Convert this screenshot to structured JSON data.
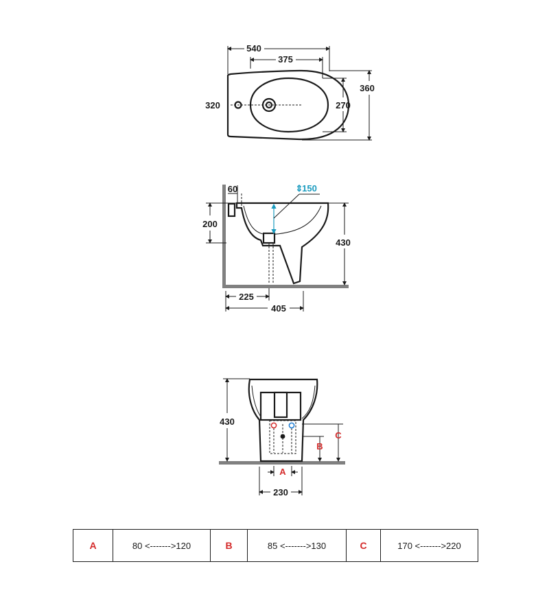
{
  "top_view": {
    "dims": {
      "overall_length": "540",
      "bowl_length": "375",
      "overall_width": "360",
      "bowl_width": "270",
      "rear_width": "320"
    }
  },
  "side_view": {
    "dims": {
      "wall_offset": "60",
      "inlet_height": "200",
      "rim_depth": "150",
      "overall_height": "430",
      "outlet_distance": "225",
      "overall_depth": "405"
    },
    "rim_depth_color": "#1a9bbf"
  },
  "front_view": {
    "dims": {
      "overall_height": "430",
      "base_width": "230"
    },
    "letters": {
      "a": "A",
      "b": "B",
      "c": "C"
    },
    "letter_color": "#d42a2a",
    "hot_color": "#d42a2a",
    "cold_color": "#1a7bd4"
  },
  "ranges_table": [
    {
      "key": "A",
      "range": "80 <------->120"
    },
    {
      "key": "B",
      "range": "85 <------->130"
    },
    {
      "key": "C",
      "range": "170 <------->220"
    }
  ]
}
